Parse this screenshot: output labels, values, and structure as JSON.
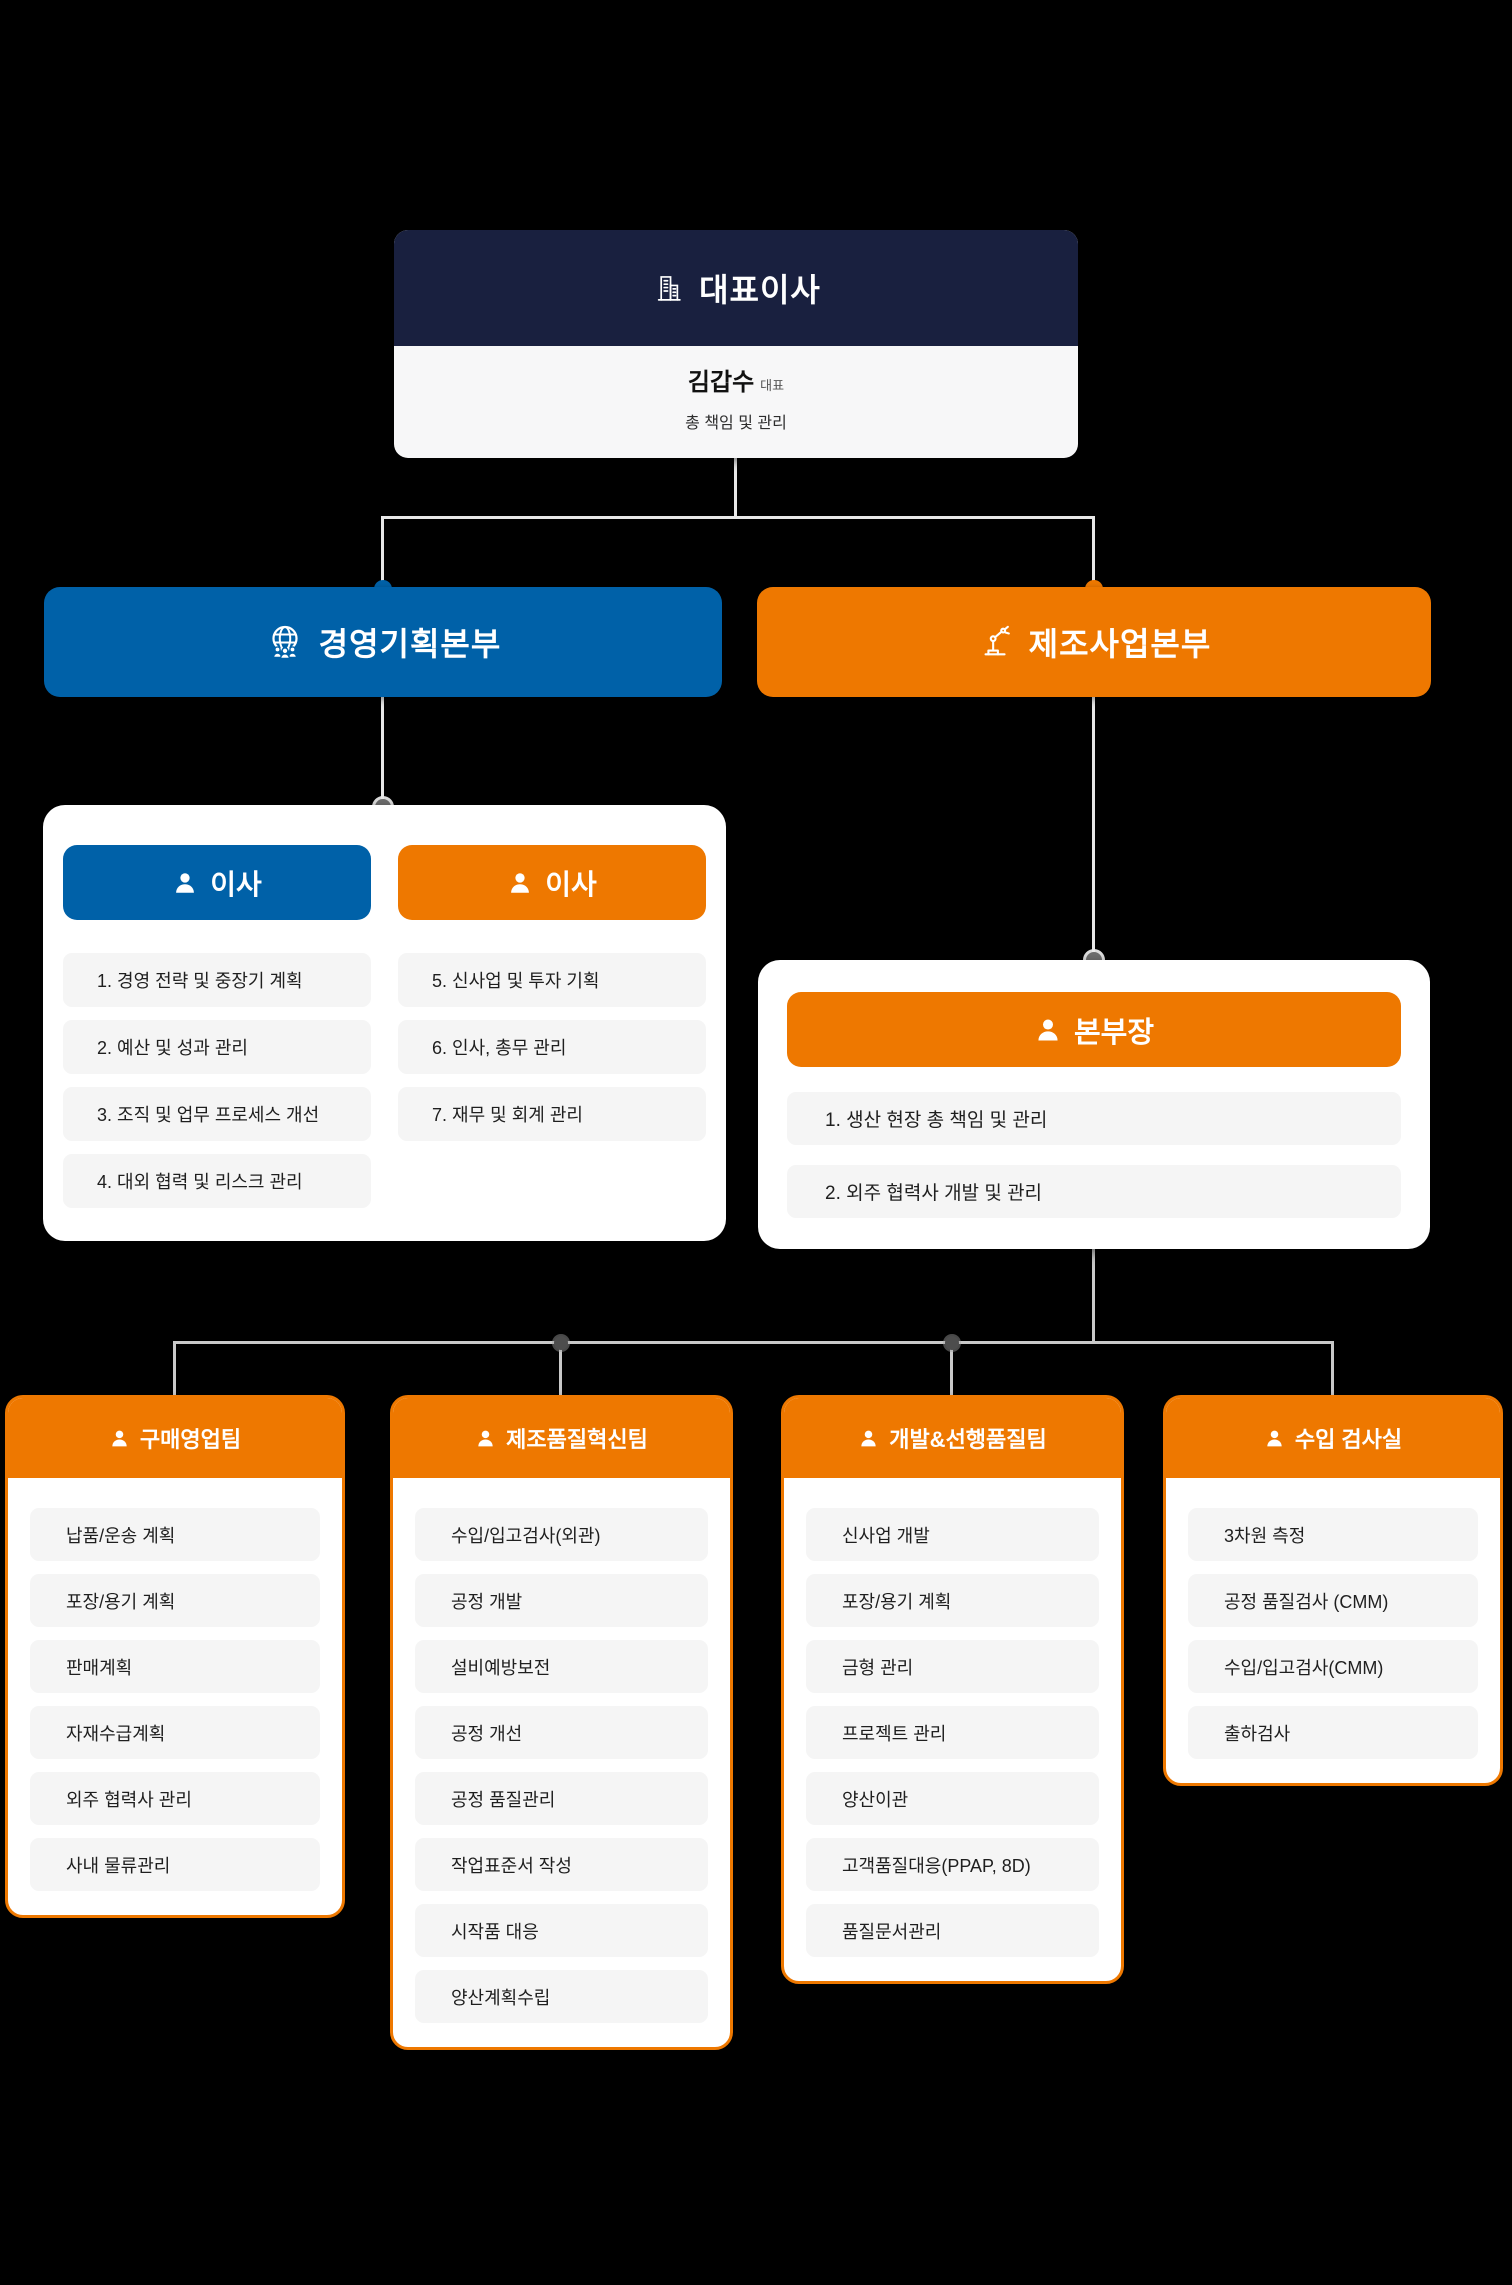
{
  "ceo": {
    "title": "대표이사",
    "name": "김갑수",
    "name_suffix": "대표",
    "desc": "총 책임 및 관리"
  },
  "branches": {
    "left": {
      "label": "경영기획본부"
    },
    "right": {
      "label": "제조사업본부"
    }
  },
  "directors": {
    "columns": [
      {
        "role": "이사",
        "items": [
          "1. 경영 전략 및 중장기 계획",
          "2. 예산 및 성과 관리",
          "3. 조직 및 업무 프로세스 개선",
          "4. 대외 협력 및 리스크 관리"
        ]
      },
      {
        "role": "이사",
        "items": [
          "5. 신사업 및 투자 기획",
          "6. 인사, 총무 관리",
          "7. 재무 및 회계 관리"
        ]
      }
    ]
  },
  "manager": {
    "role": "본부장",
    "items": [
      "1. 생산 현장 총 책임 및 관리",
      "2. 외주 협력사 개발 및 관리"
    ]
  },
  "teams": [
    {
      "name": "구매영업팀",
      "items": [
        "납품/운송 계획",
        "포장/용기 계획",
        "판매계획",
        "자재수급계획",
        "외주 협력사 관리",
        "사내 물류관리"
      ]
    },
    {
      "name": "제조품질혁신팀",
      "items": [
        "수입/입고검사(외관)",
        "공정 개발",
        "설비예방보전",
        "공정 개선",
        "공정 품질관리",
        "작업표준서 작성",
        "시작품 대응",
        "양산계획수립"
      ]
    },
    {
      "name": "개발&선행품질팀",
      "items": [
        "신사업 개발",
        "포장/용기 계획",
        "금형 관리",
        "프로젝트 관리",
        "양산이관",
        "고객품질대응(PPAP, 8D)",
        "품질문서관리"
      ]
    },
    {
      "name": "수입 검사실",
      "items": [
        "3차원 측정",
        "공정 품질검사 (CMM)",
        "수입/입고검사(CMM)",
        "출하검사"
      ]
    }
  ],
  "colors": {
    "navy": "#19203f",
    "blue": "#0061a8",
    "orange": "#ee7800",
    "item_bg": "#f5f5f5",
    "line_top": "#e8e8e8",
    "line_bottom": "#c9c9c9"
  }
}
